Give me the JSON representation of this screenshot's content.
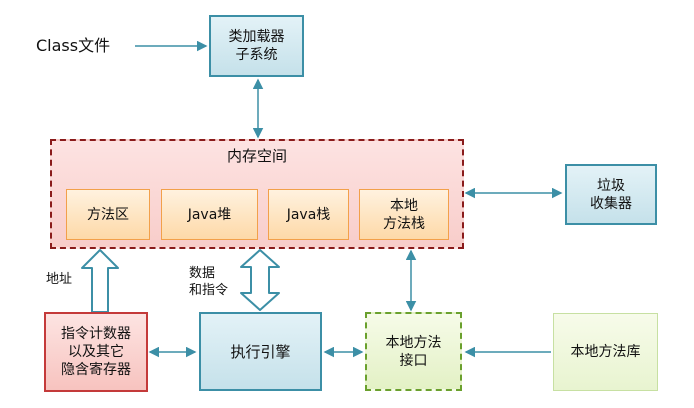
{
  "inputs": {
    "class_file": "Class文件"
  },
  "nodes": {
    "class_loader": "类加载器\n子系统",
    "memory_space": "内存空间",
    "method_area": "方法区",
    "java_heap": "Java堆",
    "java_stack": "Java栈",
    "native_method_stack": "本地\n方法栈",
    "garbage_collector": "垃圾\n收集器",
    "registers": "指令计数器\n以及其它\n隐含寄存器",
    "execution_engine": "执行引擎",
    "native_interface": "本地方法\n接口",
    "native_library": "本地方法库"
  },
  "edge_labels": {
    "address": "地址",
    "data_instructions": "数据\n和指令"
  }
}
